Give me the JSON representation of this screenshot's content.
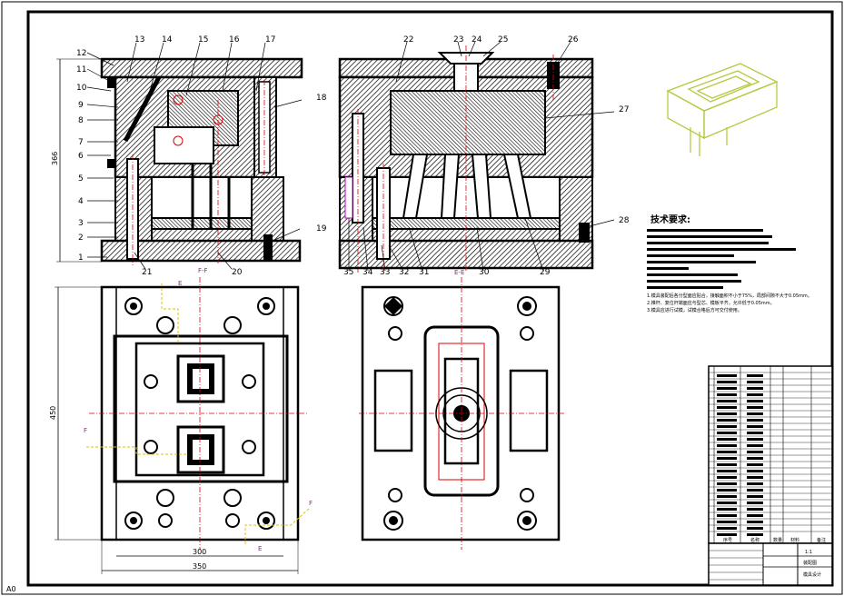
{
  "sheet": {
    "corner_mark": "A0"
  },
  "front_section": {
    "part_numbers": [
      "1",
      "2",
      "3",
      "4",
      "5",
      "6",
      "7",
      "8",
      "9",
      "10",
      "11",
      "12",
      "13",
      "14",
      "15",
      "16",
      "17",
      "18",
      "19",
      "20",
      "21"
    ],
    "section_label": "F-F",
    "dim_height": "366"
  },
  "side_section": {
    "part_numbers": [
      "22",
      "23",
      "24",
      "25",
      "26",
      "27",
      "28",
      "29",
      "30",
      "31",
      "32",
      "33",
      "34",
      "35"
    ],
    "section_label": "E-E"
  },
  "top_view": {
    "dim_height": "450",
    "dim_inner_width": "300",
    "dim_outer_width": "350",
    "markers": [
      "E",
      "F",
      "F",
      "E"
    ]
  },
  "technical_requirements": {
    "heading": "技术要求:",
    "notes": [
      "1.模具装配后各分型面应贴合，接触面积不小于75%，局部间隙不大于0.05mm。",
      "2.推杆、复位杆端面应与型芯、模板平齐，允许低于0.05mm。",
      "3.模具应进行试模，试模合格后方可交付使用。"
    ]
  },
  "bom_table": {
    "header": [
      "序号",
      "名称",
      "数量",
      "材料",
      "备注"
    ]
  },
  "title_block": {
    "drawing_name": "装配图",
    "scale": "1:1",
    "company": "模具设计"
  },
  "colors": {
    "outline": "#000000",
    "hatch": "#000000",
    "centerline": "#e00000",
    "dimension_aux": "#c000c0",
    "ejector_path": "#e0c000",
    "iso_product": "#b8c840"
  }
}
